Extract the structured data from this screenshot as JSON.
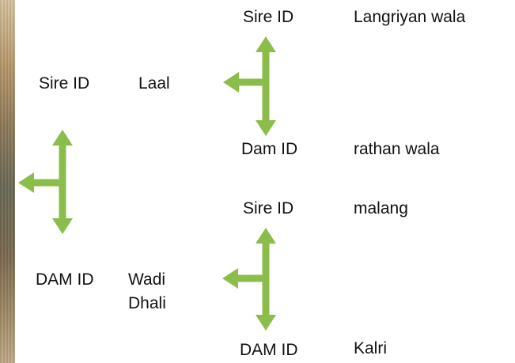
{
  "colors": {
    "arrow": "#8bbd4a"
  },
  "root": {
    "sire_label": "Sire ID",
    "sire_value": "Laal",
    "dam_label": "DAM ID",
    "dam_value_line1": "Wadi",
    "dam_value_line2": "Dhali"
  },
  "sire_parents": {
    "sire_label": "Sire ID",
    "sire_value": "Langriyan wala",
    "dam_label": "Dam ID",
    "dam_value": "rathan wala"
  },
  "dam_parents": {
    "sire_label": "Sire ID",
    "sire_value": "malang",
    "dam_label": "DAM ID",
    "dam_value": "Kalri"
  }
}
